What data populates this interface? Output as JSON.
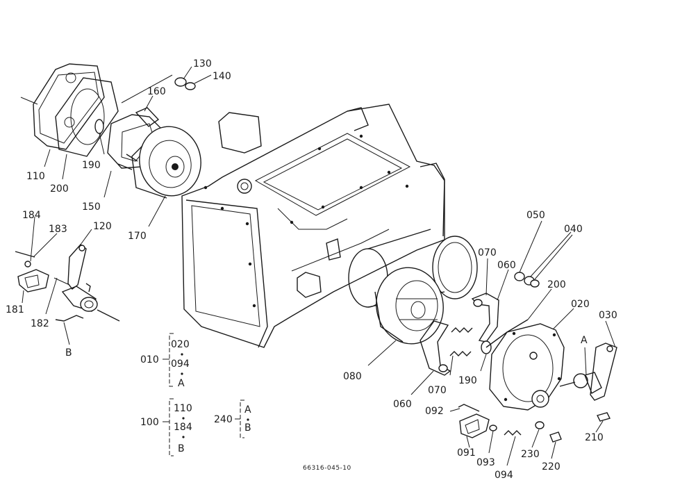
{
  "labels": {
    "l130": "130",
    "l140": "140",
    "l160": "160",
    "l110": "110",
    "l200a": "200",
    "l190a": "190",
    "l150": "150",
    "l170": "170",
    "l184": "184",
    "l183": "183",
    "l120": "120",
    "l181": "181",
    "l182": "182",
    "lB": "B",
    "l050": "050",
    "l040": "040",
    "l070a": "070",
    "l060a": "060",
    "l200b": "200",
    "l020": "020",
    "l030": "030",
    "lA": "A",
    "l080": "080",
    "l070b": "070",
    "l190b": "190",
    "l060b": "060",
    "l092": "092",
    "l091": "091",
    "l093": "093",
    "l094": "094",
    "l230": "230",
    "l220": "220",
    "l210": "210"
  },
  "legend": {
    "g010": {
      "key": "010",
      "items": [
        "020",
        "094",
        "A"
      ]
    },
    "g100": {
      "key": "100",
      "items": [
        "110",
        "184",
        "B"
      ]
    },
    "g240": {
      "key": "240",
      "items": [
        "A",
        "B"
      ]
    }
  },
  "drawing_code": "66316-045-10"
}
